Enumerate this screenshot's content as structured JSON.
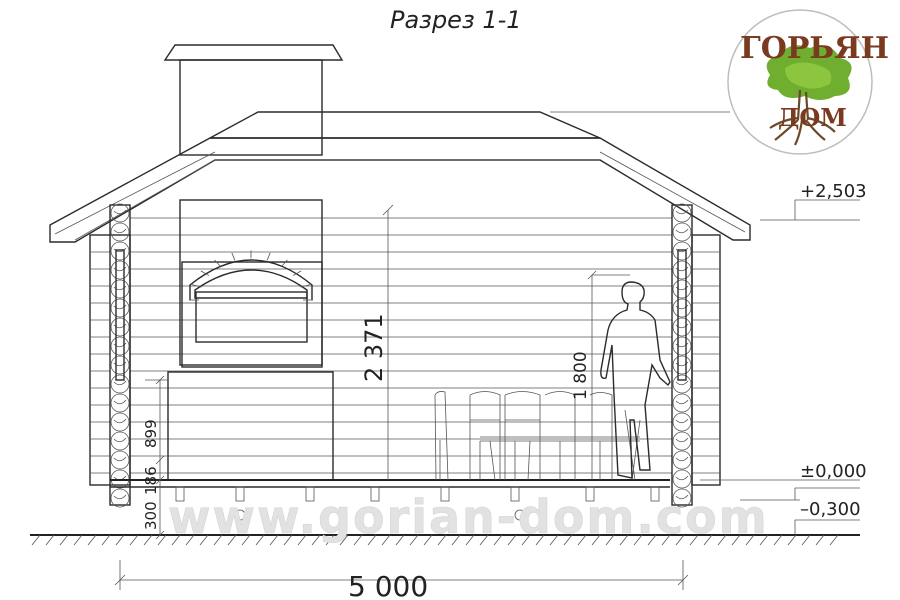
{
  "title": "Разрез 1-1",
  "logo": {
    "top_text": "ГОРЬЯН",
    "bottom_text": "ДОМ",
    "colors": {
      "ring": "#bdbdbd",
      "tree": "#6fae2e",
      "text": "#7a3a20",
      "roots": "#6b4a2a"
    }
  },
  "watermark": "www.gorian-dom.com",
  "levels": [
    {
      "id": "roof",
      "label": "+2,503"
    },
    {
      "id": "floor",
      "label": "±0,000"
    },
    {
      "id": "ground",
      "label": "–0,300"
    }
  ],
  "dimensions": {
    "overall_width": "5 000",
    "inner_height": "2 371",
    "person_height": "1 800",
    "counter_height": "899",
    "floor_thickness": "186",
    "plinth": "300"
  }
}
